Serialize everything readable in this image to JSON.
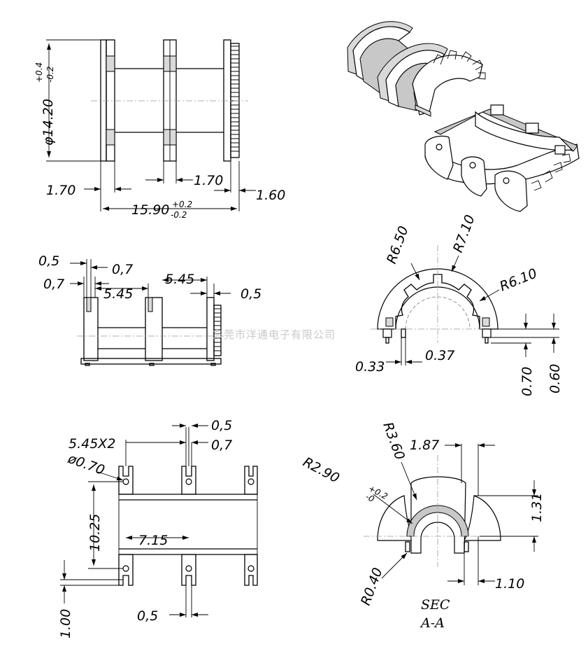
{
  "view_top": {
    "diameter": "φ14.20",
    "diameter_tol_plus": "+0.4",
    "diameter_tol_minus": "-0.2",
    "left_flange": "1.70",
    "mid_flange": "1.70",
    "right_flange": "1.60",
    "overall": "15.90",
    "overall_tol_plus": "+0.2",
    "overall_tol_minus": "-0.2"
  },
  "view_middle": {
    "a": "0,5",
    "b": "0,7",
    "c": "5.45",
    "d": "5.45",
    "e": "0,5"
  },
  "view_arc": {
    "r1": "R6.50",
    "r2": "R7.10",
    "r3": "R6.10",
    "w1": "0.33",
    "w2": "0.37",
    "h1": "0.70",
    "h2": "0.60"
  },
  "view_bottom": {
    "pitch": "5.45X2",
    "a": "0,5",
    "b": "0,7",
    "pin": "ø0.70",
    "height": "10.25",
    "span": "7.15",
    "c": "0,5",
    "d": "1.00"
  },
  "view_section": {
    "r1": "R3.60",
    "r2": "R2.90",
    "r2_tol_plus": "+0.2",
    "r2_tol_minus": "-0",
    "r3": "R0.40",
    "w1": "1.87",
    "h1": "1.31",
    "w2": "1.10",
    "title": "SEC",
    "subtitle": "A-A"
  },
  "watermark": "东莞市洋通电子有限公司"
}
